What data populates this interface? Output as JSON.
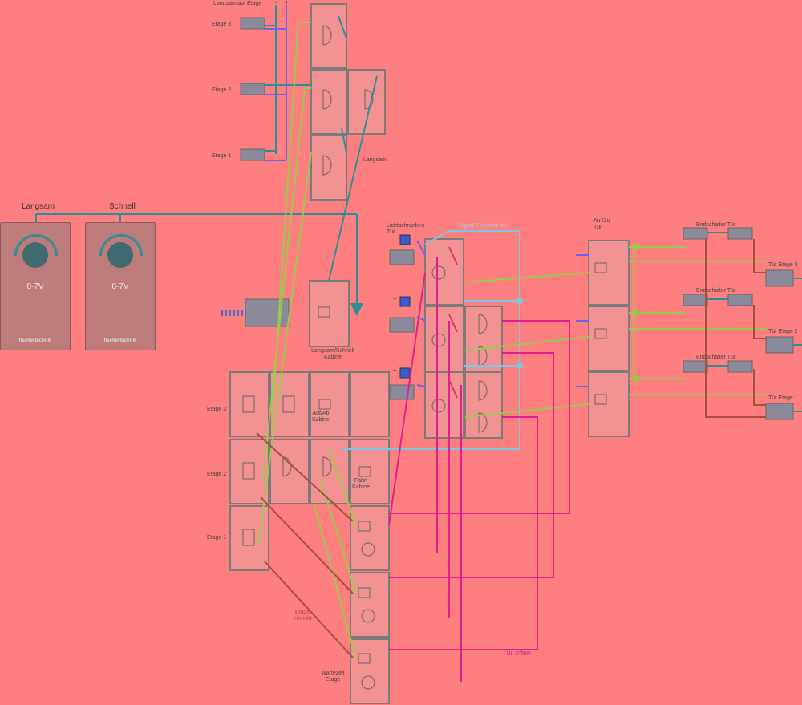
{
  "power": {
    "slow_label": "Langsam",
    "fast_label": "Schnell",
    "voltage": "0-7V",
    "brand": "fischertechnik"
  },
  "top": {
    "slow_floor_label": "Langsamlauf Etage",
    "minus": "-",
    "plus": "+",
    "floors": [
      "Etage 3",
      "Etage 2",
      "Etage 1"
    ],
    "slow_label": "Langsam"
  },
  "cabin": {
    "speed_label": "Langsam/Schnell\nKabine"
  },
  "left_block": {
    "floors": [
      "Etage 3",
      "Etage 2",
      "Etage 1"
    ],
    "up_down_cabin": "Auf/Ab\nKabine",
    "drive_cabin": "Fahrt\nKabine"
  },
  "light": {
    "title": "Lichtschranken\nTür",
    "signal": "Signal Tür nicht frei"
  },
  "door": {
    "open_close": "Auf/Zu\nTür",
    "limit_switch": "Endschalter Tür",
    "doors": [
      "Tür Etage 3",
      "Tür Etage 2",
      "Tür Etage 1"
    ]
  },
  "bottom": {
    "floor_reached": "Etage\nerreicht",
    "door_open": "Tür offen",
    "wait_time": "Wartezeit\nEtage"
  },
  "colors": {
    "background": "#fe7f7f",
    "teal": "#2f8e92",
    "blue_violet": "#6a63ef",
    "green": "#8fd03a",
    "magenta": "#e21f8e",
    "light_blue": "#7ec6e3",
    "brown": "#a5523b"
  }
}
